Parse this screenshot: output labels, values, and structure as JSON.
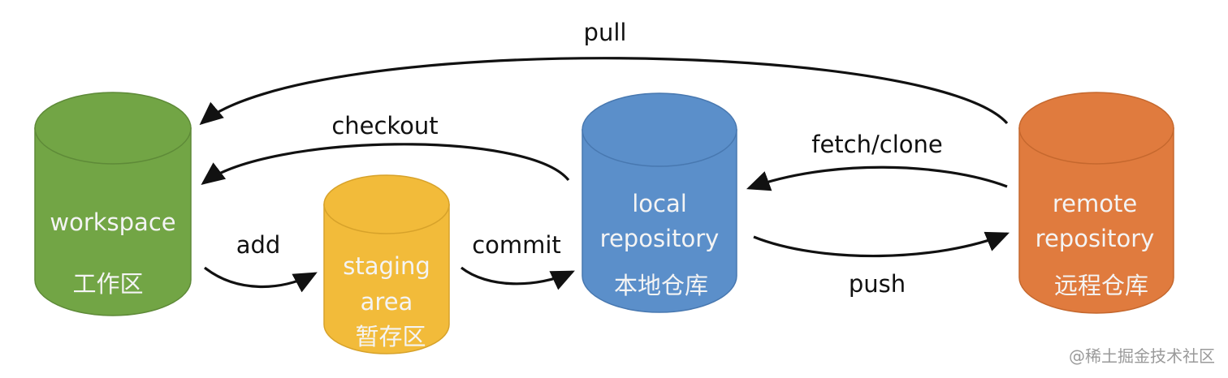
{
  "colors": {
    "workspace": "#72A545",
    "staging": "#F2BB3A",
    "local": "#5B8FCA",
    "remote": "#E07B3E",
    "arrow": "#111111",
    "cylinder_text": "#F4F4F4"
  },
  "nodes": {
    "workspace": {
      "name_lines": [
        "workspace"
      ],
      "cn": "工作区"
    },
    "staging": {
      "name_lines": [
        "staging",
        "area"
      ],
      "cn": "暂存区"
    },
    "local": {
      "name_lines": [
        "local",
        "repository"
      ],
      "cn": "本地仓库"
    },
    "remote": {
      "name_lines": [
        "remote",
        "repository"
      ],
      "cn": "远程仓库"
    }
  },
  "arrows": {
    "pull": "pull",
    "checkout": "checkout",
    "add": "add",
    "commit": "commit",
    "fetch_clone": "fetch/clone",
    "push": "push"
  },
  "watermark": "@稀土掘金技术社区"
}
